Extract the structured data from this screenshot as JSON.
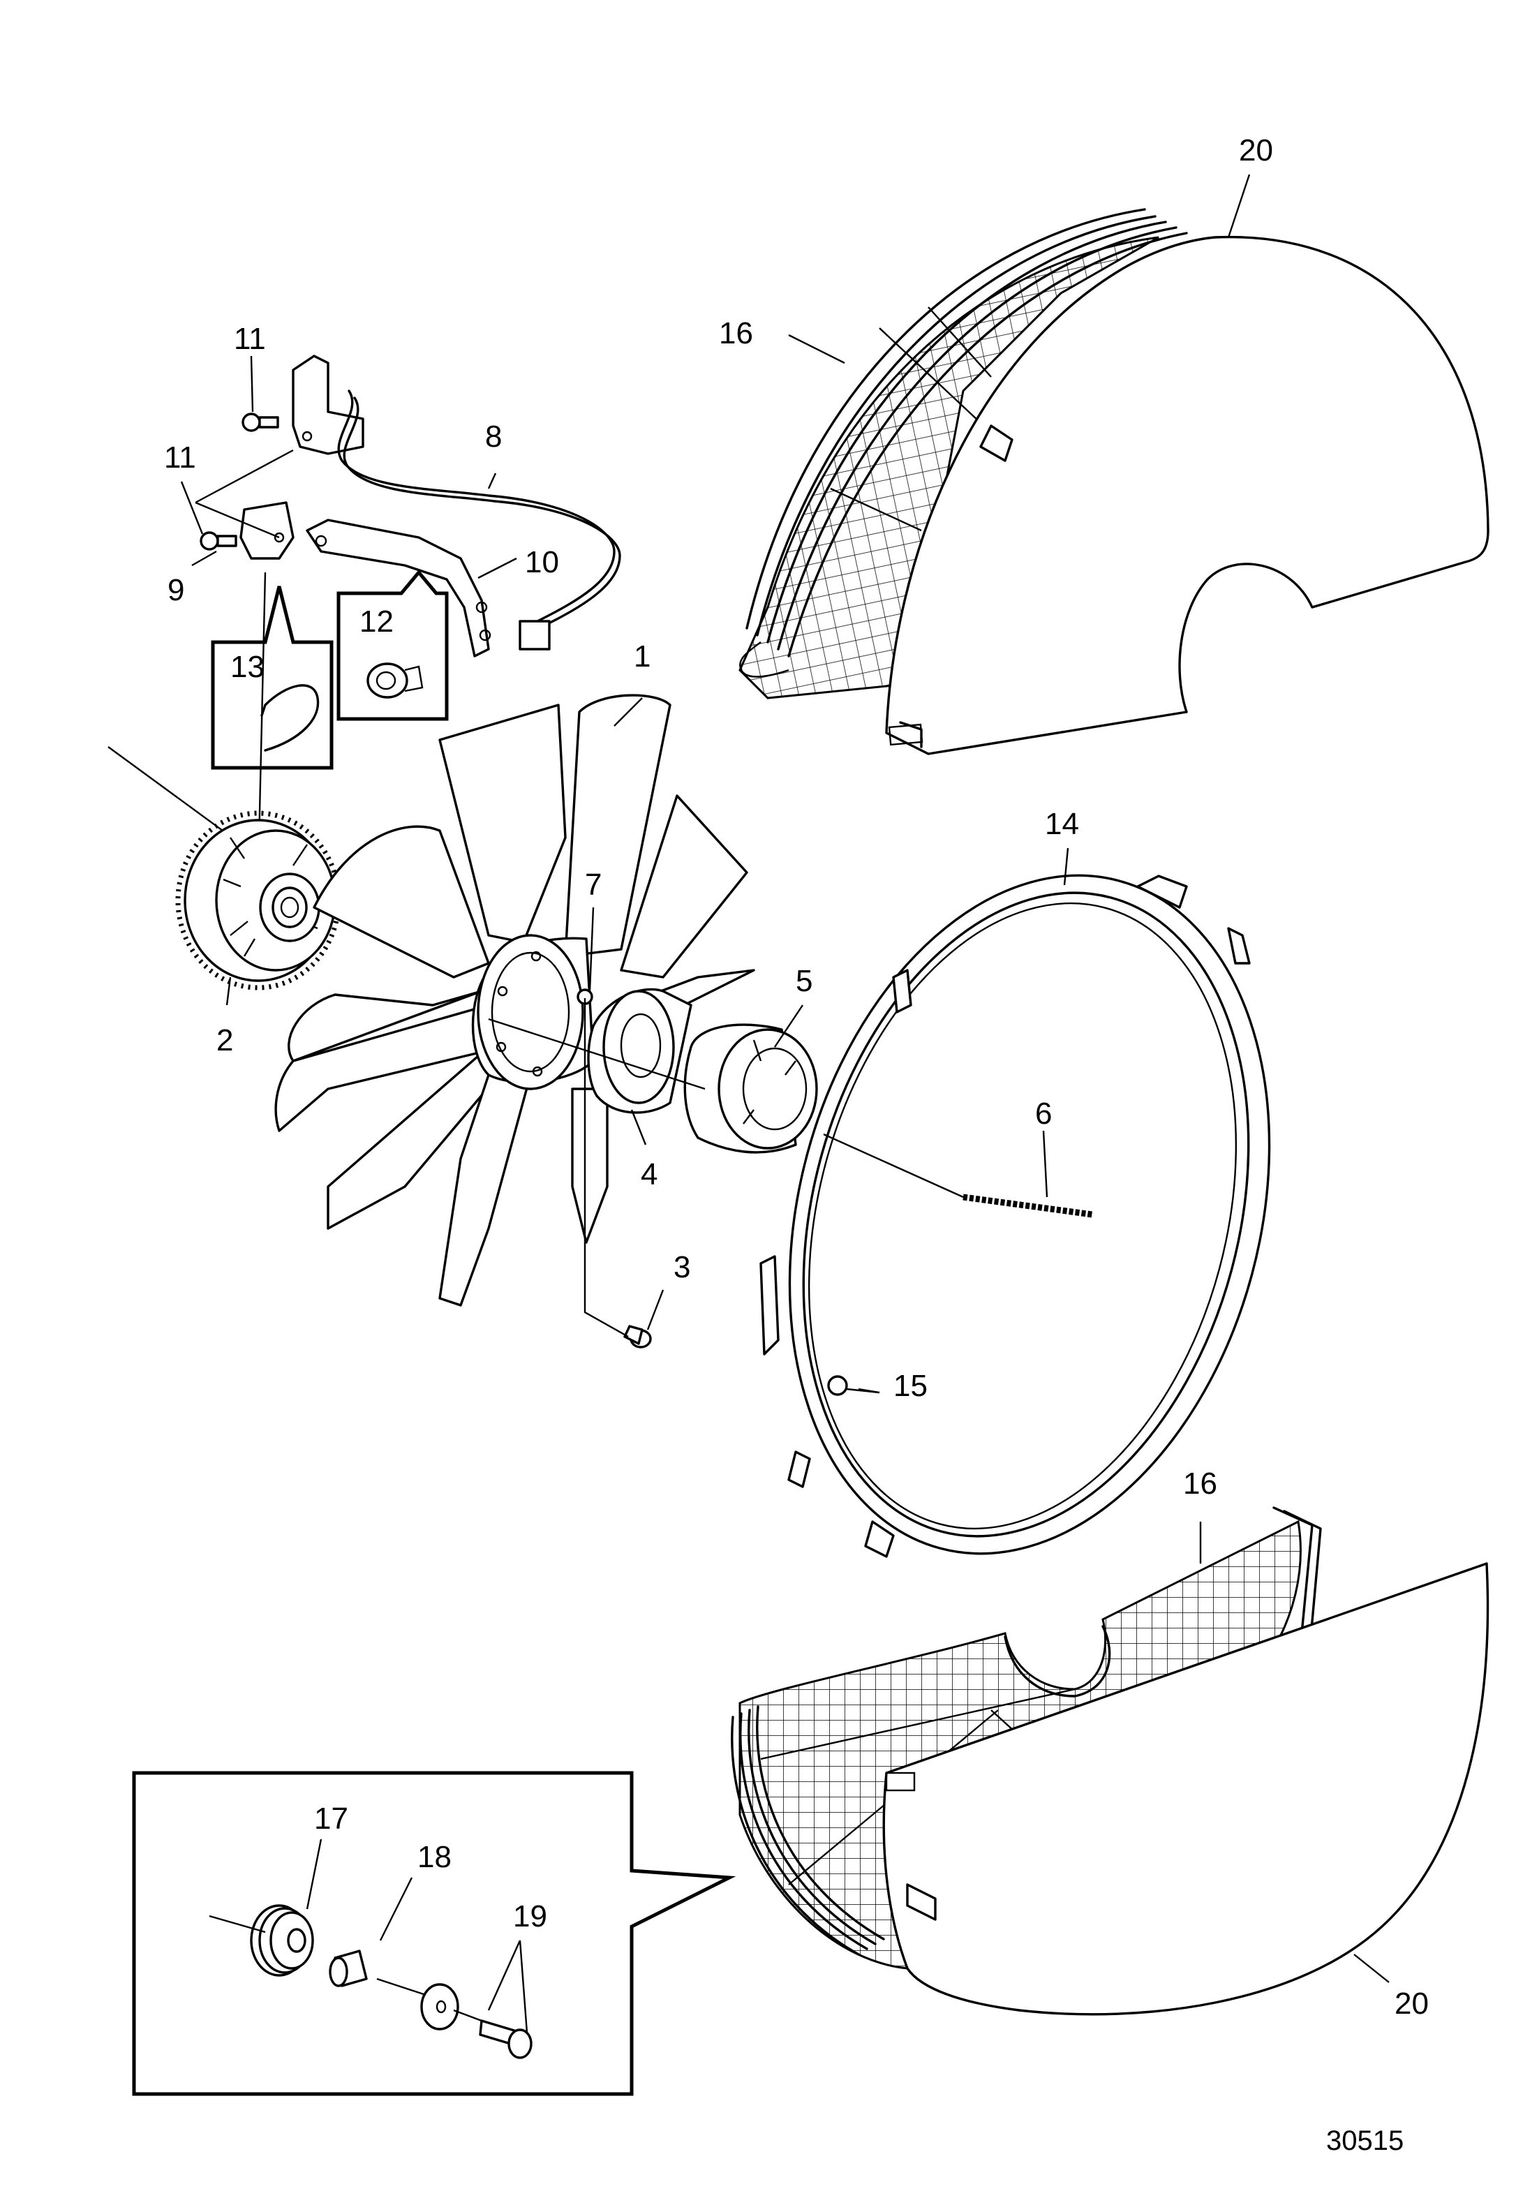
{
  "diagram": {
    "callouts": {
      "c1": "1",
      "c2": "2",
      "c3": "3",
      "c4": "4",
      "c5": "5",
      "c6": "6",
      "c7": "7",
      "c8": "8",
      "c9": "9",
      "c10": "10",
      "c11a": "11",
      "c11b": "11",
      "c12": "12",
      "c13": "13",
      "c14": "14",
      "c15": "15",
      "c16a": "16",
      "c16b": "16",
      "c17": "17",
      "c18": "18",
      "c19": "19",
      "c20a": "20",
      "c20b": "20"
    },
    "reference_number": "30515"
  }
}
